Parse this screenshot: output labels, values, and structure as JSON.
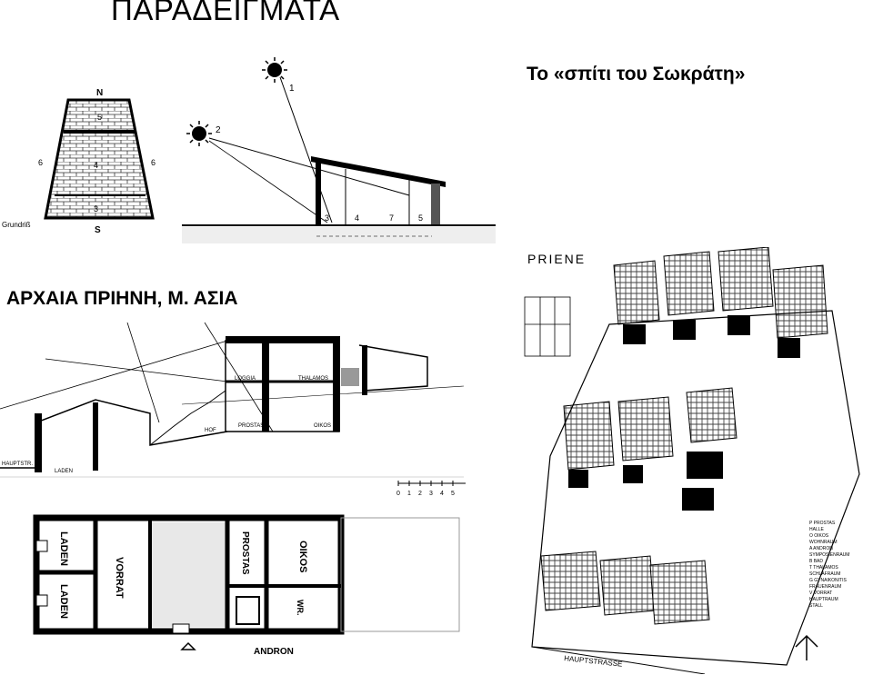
{
  "title": "ΠΑΡΑΔΕΙΓΜΑΤΑ",
  "socrates_house": {
    "caption": "Το «σπίτι του Σωκράτη»",
    "plan_labels": {
      "north": "N",
      "south": "S",
      "grundriss": "Grundriß",
      "side_left": "6",
      "side_right": "6",
      "room_5": "5",
      "room_4": "4",
      "room_3": "3"
    },
    "section_labels": {
      "sun_1": "1",
      "sun_2": "2",
      "r3": "3",
      "r4": "4",
      "r7": "7",
      "r5": "5"
    }
  },
  "priene_section": {
    "caption": "ΑΡΧΑΙΑ ΠΡΙΗΝΗ, Μ. ΑΣΙΑ",
    "section_labels": {
      "loggia": "LOGGIA",
      "thalamos": "THALAMOS",
      "oikos": "OIKOS",
      "hof": "HOF",
      "prostas": "PROSTAS",
      "hauptstr": "HAUPTSTR.",
      "laden": "LADEN"
    },
    "scale": [
      "0",
      "1",
      "2",
      "3",
      "4",
      "5"
    ],
    "plan_labels": {
      "laden_1": "LADEN",
      "laden_2": "LADEN",
      "vorrat": "VORRAT",
      "prostas": "PROSTAS",
      "oikos": "OIKOS",
      "wr": "WR.",
      "andron": "ANDRON"
    }
  },
  "priene_axonometric": {
    "title": "PRIENE",
    "street": "HAUPTSTRASSE",
    "legend": [
      "P PROSTAS",
      "HALLE",
      "O OIKOS",
      "WOHNRAUM",
      "A ANDRON",
      "SYMPOSIENRAUM",
      "B BAD",
      "T THALAMOS",
      "SCHLAFRAUM",
      "G GYNAIKONITIS",
      "FRAUENRAUM",
      "V VORRAT",
      "HAUPTRAUM",
      "STALL"
    ]
  }
}
